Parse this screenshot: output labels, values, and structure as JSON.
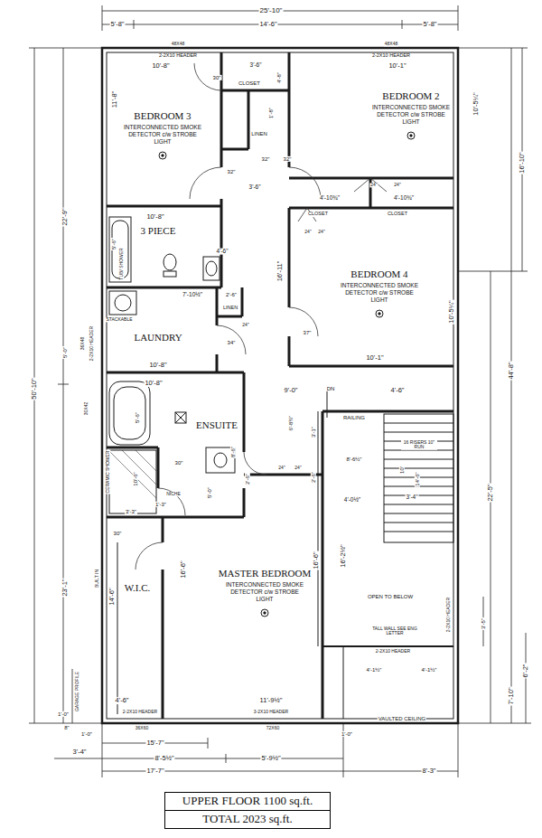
{
  "diagram": {
    "nodes": [
      {
        "text": [
          "BEDROOM 3",
          "INTERCONNECTED SMOKE DETECTOR c/w STROBE LIGHT"
        ]
      },
      {
        "text": [
          "BEDROOM 2",
          "INTERCONNECTED SMOKE DETECTOR c/w STROBE LIGHT"
        ]
      },
      {
        "text": [
          "3 PIECE"
        ]
      },
      {
        "text": [
          "BEDROOM 4",
          "INTERCONNECTED SMOKE DETECTOR c/w STROBE LIGHT"
        ]
      },
      {
        "text": [
          "LAUNDRY"
        ]
      },
      {
        "text": [
          "ENSUITE"
        ]
      },
      {
        "text": [
          "W.I.C."
        ]
      },
      {
        "text": [
          "MASTER BEDROOM",
          "INTERCONNECTED SMOKE DETECTOR c/w STROBE LIGHT"
        ]
      },
      {
        "text": [
          "UPPER FLOOR 1100 sq.ft.",
          "TOTAL 2023 sq.ft."
        ]
      }
    ],
    "labels": [
      "25'-10\"",
      "5'-8\"",
      "14'-6\"",
      "5'-8\"",
      "48X48",
      "2-2X10 HEADER",
      "48X48",
      "2-2X10 HEADER",
      "10'-8\"",
      "30\"",
      "3'-6\"",
      "4'-8\"",
      "CLOSET",
      "10'-1\"",
      "11'-8\"",
      "10'-5¼\"",
      "LINEN",
      "1'-8\"",
      "32\"",
      "32\"",
      "32\"",
      "3'-6\"",
      "4'-10¾\"",
      "4'-10¾\"",
      "CLOSET",
      "CLOSET",
      "24\"",
      "24\"",
      "24\"",
      "24\"",
      "10'-8\"",
      "5'-6\"",
      "TUB/ SHOWER",
      "4'-6\"",
      "16'-11\"",
      "10'-5¼\"",
      "7'-10½\"",
      "2'-6\"",
      "LINEN",
      "24\"",
      "STACKABLE",
      "34\"",
      "37\"",
      "10'-1\"",
      "10'-8\"",
      "10'-8\"",
      "9'-0\"",
      "DN",
      "4'-6\"",
      "22'-9\"",
      "50'-10\"",
      "5'-0\"",
      "36X48",
      "2-2X10 HEADER",
      "30X42",
      "23'-1\"",
      "16'-10\"",
      "44'-8\"",
      "22'-5\"",
      "5'-6\"",
      "8'-6\"",
      "6'-8½\"",
      "3'-1\"",
      "RAILING",
      "16 RISERS 10\" RUN",
      "8'-6½\"",
      "10'",
      "14'-6\"",
      "CERAMIC SHOWER",
      "10'-6\"",
      "30\"",
      "5'-0\"",
      "2'-6\"",
      "24\"",
      "24\"",
      "2'-6\"",
      "NICHE",
      "3'-3\"",
      "1'-3\"",
      "4'-0½\"",
      "3'-4\"",
      "16'-2½\"",
      "30\"",
      "BUILT IN",
      "14'-6\"",
      "16'-6\"",
      "16'-6\"",
      "OPEN TO BELOW",
      "TALL WALL SEE ENG LETTER",
      "2-2X10 HEADER",
      "3'-5\"",
      "2-2X10 HEADER",
      "4'-1½\"",
      "4'-1½\"",
      "6'-2\"",
      "7'-10\"",
      "VAULTED CEILING",
      "4'-6\"",
      "11'-9½\"",
      "2-2X10 HEADER",
      "3-2X10 HEADER",
      "36X60",
      "72X60",
      "GARAGE PROFILE",
      "1'-0\"",
      "8\"",
      "1'-0\"",
      "1'-0\"",
      "15'-7\"",
      "3'-4\"",
      "8'-5½\"",
      "5'-9½\"",
      "17'-7\"",
      "8'-3\""
    ]
  }
}
